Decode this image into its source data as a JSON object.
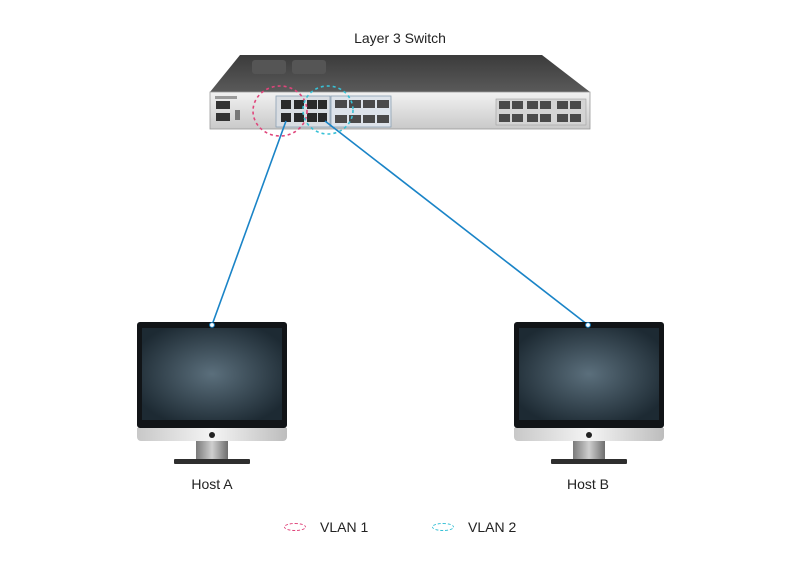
{
  "switch": {
    "label": "Layer 3 Switch"
  },
  "hosts": [
    {
      "id": "host-a",
      "label": "Host A",
      "vlan": 0
    },
    {
      "id": "host-b",
      "label": "Host B",
      "vlan": 1
    }
  ],
  "legend": [
    {
      "label": "VLAN 1",
      "color": "#e0457b"
    },
    {
      "label": "VLAN 2",
      "color": "#38c1d6"
    }
  ],
  "link_color": "#1a84c7"
}
